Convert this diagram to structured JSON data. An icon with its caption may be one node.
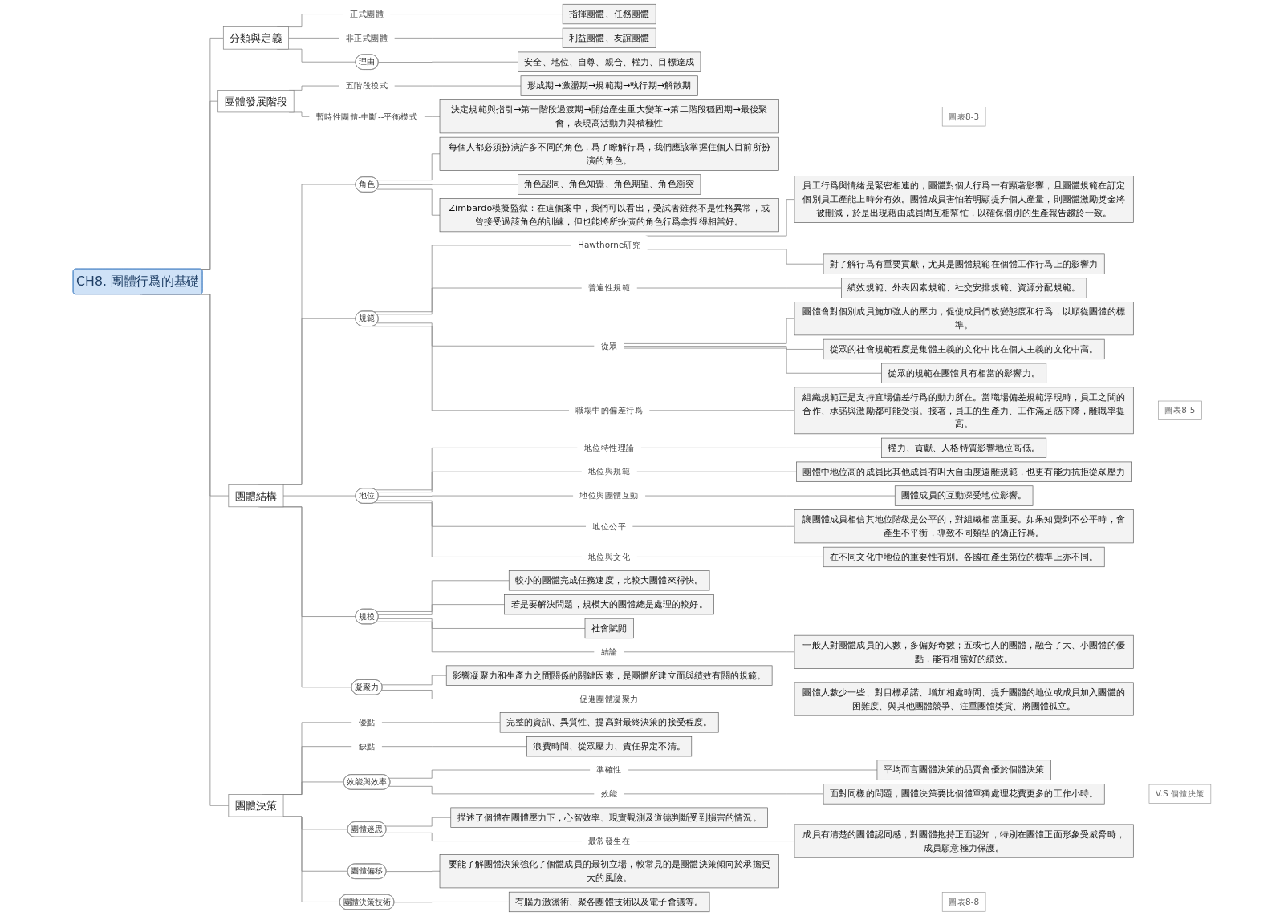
{
  "diagram": {
    "nodes": [
      {
        "text": [
          "CH8. 團體行爲的基礎"
        ]
      },
      {
        "text": [
          "分類與定義"
        ]
      },
      {
        "text": [
          "正式團體"
        ]
      },
      {
        "text": [
          "指揮團體、任務團體"
        ]
      },
      {
        "text": [
          "非正式團體"
        ]
      },
      {
        "text": [
          "利益團體、友誼團體"
        ]
      },
      {
        "text": [
          "理由"
        ]
      },
      {
        "text": [
          "安全、地位、自尊、親合、權力、目標達成"
        ]
      },
      {
        "text": [
          "團體發展階段"
        ]
      },
      {
        "text": [
          "五階段模式"
        ]
      },
      {
        "text": [
          "形成期→激盪期→規範期→執行期→解散期"
        ]
      },
      {
        "text": [
          "暫時性團體-中斷--平衡模式"
        ]
      },
      {
        "text": [
          "決定規範與指引→第一階段過渡期→開始產生重大變革→第二階段穩固期→最後聚會，表現高活動力與積極性"
        ]
      },
      {
        "text": [
          "圖表8-3"
        ]
      },
      {
        "text": [
          "團體結構"
        ]
      },
      {
        "text": [
          "角色"
        ]
      },
      {
        "text": [
          "每個人都必須扮演許多不同的角色，爲了瞭解行爲，我們應該掌握住個人目前所扮演的角色。"
        ]
      },
      {
        "text": [
          "角色認同、角色知覺、角色期望、角色衝突"
        ]
      },
      {
        "text": [
          "Zimbardo模擬監獄：在這個案中，我們可以看出，受試者雖然不是性格異常，或曾接受過該角色的訓練，但也能將所扮演的角色行爲拿捏得相當好。"
        ]
      },
      {
        "text": [
          "規範"
        ]
      },
      {
        "text": [
          "Hawthorne研究"
        ]
      },
      {
        "text": [
          "員工行爲與情緒是緊密相連的，團體對個人行爲一有顯著影響，且團體規範在訂定個別員工產能上時分有效。團體成員害怕若明顯提升個人產量，則團體激勵獎金將被刪減，於是出現藉由成員間互相幫忙，以確保個別的生產報告趨於一致。"
        ]
      },
      {
        "text": [
          "對了解行爲有重要貢獻，尤其是團體規範在個體工作行爲上的影響力"
        ]
      },
      {
        "text": [
          "普遍性規範"
        ]
      },
      {
        "text": [
          "績效規範、外表因素規範、社交安排規範、資源分配規範。"
        ]
      },
      {
        "text": [
          "從眾"
        ]
      },
      {
        "text": [
          "團體會對個別成員施加強大的壓力，促使成員們改變態度和行爲，以順從團體的標準。"
        ]
      },
      {
        "text": [
          "從眾的社會規範程度是集體主義的文化中比在個人主義的文化中高。"
        ]
      },
      {
        "text": [
          "從眾的規範在團體具有相當的影響力。"
        ]
      },
      {
        "text": [
          "職場中的偏差行爲"
        ]
      },
      {
        "text": [
          "組織規範正是支持直場偏差行爲的動力所在。當職場偏差規範浮現時，員工之間的合作、承諾與激勵都可能受損。接著，員工的生產力、工作滿足感下降，離職率提高。"
        ]
      },
      {
        "text": [
          "圖表8-5"
        ]
      },
      {
        "text": [
          "地位"
        ]
      },
      {
        "text": [
          "地位特性理論"
        ]
      },
      {
        "text": [
          "權力、貢獻、人格特質影響地位高低。"
        ]
      },
      {
        "text": [
          "地位與規範"
        ]
      },
      {
        "text": [
          "團體中地位高的成員比其他成員有叫大自由度遠離規範，也更有能力抗拒從眾壓力"
        ]
      },
      {
        "text": [
          "地位與團體互動"
        ]
      },
      {
        "text": [
          "團體成員的互動深受地位影響。"
        ]
      },
      {
        "text": [
          "地位公平"
        ]
      },
      {
        "text": [
          "讓團體成員相信其地位階級是公平的，對組織相當重要。如果知覺到不公平時，會產生不平衡，導致不同類型的矯正行爲。"
        ]
      },
      {
        "text": [
          "地位與文化"
        ]
      },
      {
        "text": [
          "在不同文化中地位的重要性有別。各國在產生第位的標準上亦不同。"
        ]
      },
      {
        "text": [
          "規模"
        ]
      },
      {
        "text": [
          "較小的團體完成任務速度，比較大團體來得快。"
        ]
      },
      {
        "text": [
          "若是要解決問題，規模大的團體總是處理的較好。"
        ]
      },
      {
        "text": [
          "社會賦閒"
        ]
      },
      {
        "text": [
          "結論"
        ]
      },
      {
        "text": [
          "一般人對團體成員的人數，多偏好奇數；五或七人的團體，融合了大、小團體的優點，能有相當好的績效。"
        ]
      },
      {
        "text": [
          "凝聚力"
        ]
      },
      {
        "text": [
          "影響凝聚力和生產力之間關係的關鍵因素，是團體所建立而與績效有關的規範。"
        ]
      },
      {
        "text": [
          "促進團體凝聚力"
        ]
      },
      {
        "text": [
          "團體人數少一些、對目標承諾、增加相處時間、提升團體的地位或成員加入團體的困難度、與其他團體競爭、注重團體獎賞、將團體孤立。"
        ]
      },
      {
        "text": [
          "團體決策"
        ]
      },
      {
        "text": [
          "優點"
        ]
      },
      {
        "text": [
          "完整的資訊、異質性、提高對最終決策的接受程度。"
        ]
      },
      {
        "text": [
          "缺點"
        ]
      },
      {
        "text": [
          "浪費時間、從眾壓力、責任界定不清。"
        ]
      },
      {
        "text": [
          "效能與效率"
        ]
      },
      {
        "text": [
          "準確性"
        ]
      },
      {
        "text": [
          "平均而言團體決策的品質會優於個體決策"
        ]
      },
      {
        "text": [
          "效能"
        ]
      },
      {
        "text": [
          "面對同樣的問題，團體決策要比個體單獨處理花費更多的工作小時。"
        ]
      },
      {
        "text": [
          "V.S 個體決策"
        ]
      },
      {
        "text": [
          "團體迷思"
        ]
      },
      {
        "text": [
          "描述了個體在團體壓力下，心智效率、現實觀測及道德判斷受到損害的情況。"
        ]
      },
      {
        "text": [
          "最常發生在"
        ]
      },
      {
        "text": [
          "成員有清楚的團體認同感，對團體抱持正面認知，特別在團體正面形象受威脅時，成員願意極力保護。"
        ]
      },
      {
        "text": [
          "團體偏移"
        ]
      },
      {
        "text": [
          "要能了解團體決策強化了個體成員的最初立場，較常見的是團體決策傾向於承擔更大的風險。"
        ]
      },
      {
        "text": [
          "團體決策技術"
        ]
      },
      {
        "text": [
          "有腦力激盪術、聚各團體技術以及電子會議等。"
        ]
      },
      {
        "text": [
          "圖表8-8"
        ]
      }
    ],
    "edges": [
      {
        "from": 0,
        "to": 1,
        "arrow": "none"
      },
      {
        "from": 1,
        "to": 2,
        "arrow": "none"
      },
      {
        "from": 2,
        "to": 3,
        "arrow": "none"
      },
      {
        "from": 1,
        "to": 4,
        "arrow": "none"
      },
      {
        "from": 4,
        "to": 5,
        "arrow": "none"
      },
      {
        "from": 1,
        "to": 6,
        "arrow": "none"
      },
      {
        "from": 6,
        "to": 7,
        "arrow": "none"
      },
      {
        "from": 0,
        "to": 8,
        "arrow": "none"
      },
      {
        "from": 8,
        "to": 9,
        "arrow": "none"
      },
      {
        "from": 9,
        "to": 10,
        "arrow": "none"
      },
      {
        "from": 8,
        "to": 11,
        "arrow": "none"
      },
      {
        "from": 11,
        "to": 12,
        "arrow": "none"
      },
      {
        "from": 0,
        "to": 14,
        "arrow": "none"
      },
      {
        "from": 14,
        "to": 15,
        "arrow": "none"
      },
      {
        "from": 15,
        "to": 16,
        "arrow": "none"
      },
      {
        "from": 15,
        "to": 17,
        "arrow": "none"
      },
      {
        "from": 15,
        "to": 18,
        "arrow": "none"
      },
      {
        "from": 14,
        "to": 19,
        "arrow": "none"
      },
      {
        "from": 19,
        "to": 20,
        "arrow": "none"
      },
      {
        "from": 20,
        "to": 21,
        "arrow": "none"
      },
      {
        "from": 20,
        "to": 22,
        "arrow": "none"
      },
      {
        "from": 19,
        "to": 23,
        "arrow": "none"
      },
      {
        "from": 23,
        "to": 24,
        "arrow": "none"
      },
      {
        "from": 19,
        "to": 25,
        "arrow": "none"
      },
      {
        "from": 25,
        "to": 26,
        "arrow": "none"
      },
      {
        "from": 25,
        "to": 27,
        "arrow": "none"
      },
      {
        "from": 25,
        "to": 28,
        "arrow": "none"
      },
      {
        "from": 19,
        "to": 29,
        "arrow": "none"
      },
      {
        "from": 29,
        "to": 30,
        "arrow": "none"
      },
      {
        "from": 14,
        "to": 32,
        "arrow": "none"
      },
      {
        "from": 32,
        "to": 33,
        "arrow": "none"
      },
      {
        "from": 33,
        "to": 34,
        "arrow": "none"
      },
      {
        "from": 32,
        "to": 35,
        "arrow": "none"
      },
      {
        "from": 35,
        "to": 36,
        "arrow": "none"
      },
      {
        "from": 32,
        "to": 37,
        "arrow": "none"
      },
      {
        "from": 37,
        "to": 38,
        "arrow": "none"
      },
      {
        "from": 32,
        "to": 39,
        "arrow": "none"
      },
      {
        "from": 39,
        "to": 40,
        "arrow": "none"
      },
      {
        "from": 32,
        "to": 41,
        "arrow": "none"
      },
      {
        "from": 41,
        "to": 42,
        "arrow": "none"
      },
      {
        "from": 14,
        "to": 43,
        "arrow": "none"
      },
      {
        "from": 43,
        "to": 44,
        "arrow": "none"
      },
      {
        "from": 43,
        "to": 45,
        "arrow": "none"
      },
      {
        "from": 43,
        "to": 46,
        "arrow": "none"
      },
      {
        "from": 43,
        "to": 47,
        "arrow": "none"
      },
      {
        "from": 47,
        "to": 48,
        "arrow": "none"
      },
      {
        "from": 14,
        "to": 49,
        "arrow": "none"
      },
      {
        "from": 49,
        "to": 50,
        "arrow": "none"
      },
      {
        "from": 49,
        "to": 51,
        "arrow": "none"
      },
      {
        "from": 51,
        "to": 52,
        "arrow": "none"
      },
      {
        "from": 0,
        "to": 53,
        "arrow": "none"
      },
      {
        "from": 53,
        "to": 54,
        "arrow": "none"
      },
      {
        "from": 54,
        "to": 55,
        "arrow": "none"
      },
      {
        "from": 53,
        "to": 56,
        "arrow": "none"
      },
      {
        "from": 56,
        "to": 57,
        "arrow": "none"
      },
      {
        "from": 53,
        "to": 58,
        "arrow": "none"
      },
      {
        "from": 58,
        "to": 59,
        "arrow": "none"
      },
      {
        "from": 59,
        "to": 60,
        "arrow": "none"
      },
      {
        "from": 58,
        "to": 61,
        "arrow": "none"
      },
      {
        "from": 61,
        "to": 62,
        "arrow": "none"
      },
      {
        "from": 53,
        "to": 64,
        "arrow": "none"
      },
      {
        "from": 64,
        "to": 65,
        "arrow": "none"
      },
      {
        "from": 64,
        "to": 66,
        "arrow": "none"
      },
      {
        "from": 66,
        "to": 67,
        "arrow": "none"
      },
      {
        "from": 53,
        "to": 68,
        "arrow": "none"
      },
      {
        "from": 68,
        "to": 69,
        "arrow": "none"
      },
      {
        "from": 53,
        "to": 70,
        "arrow": "none"
      },
      {
        "from": 70,
        "to": 71,
        "arrow": "none"
      }
    ]
  }
}
